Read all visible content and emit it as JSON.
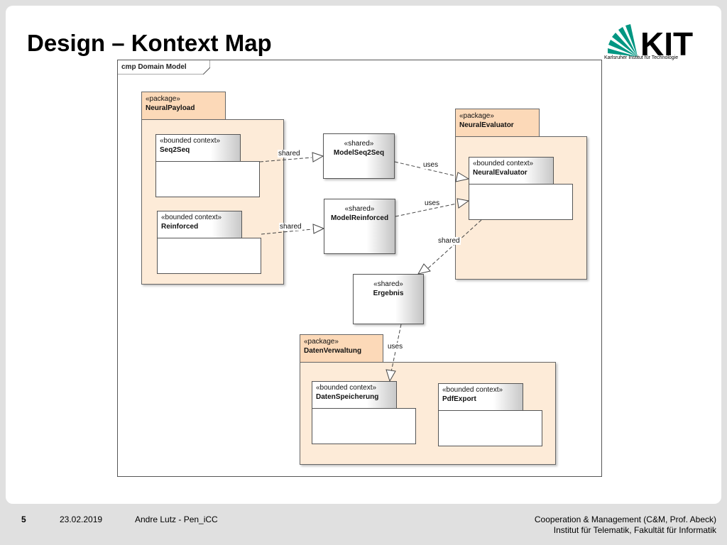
{
  "slide": {
    "title": "Design – Kontext Map",
    "logo_text": "KIT",
    "logo_subtitle": "Karlsruher Institut für Technologie"
  },
  "diagram": {
    "frame_label": "cmp Domain Model",
    "packages": [
      {
        "stereotype": "«package»",
        "name": "NeuralPayload"
      },
      {
        "stereotype": "«package»",
        "name": "NeuralEvaluator"
      },
      {
        "stereotype": "«package»",
        "name": "DatenVerwaltung"
      }
    ],
    "bounded_contexts": [
      {
        "stereotype": "«bounded context»",
        "name": "Seq2Seq"
      },
      {
        "stereotype": "«bounded context»",
        "name": "Reinforced"
      },
      {
        "stereotype": "«bounded context»",
        "name": "NeuralEvaluator"
      },
      {
        "stereotype": "«bounded context»",
        "name": "DatenSpeicherung"
      },
      {
        "stereotype": "«bounded context»",
        "name": "PdfExport"
      }
    ],
    "shared_kernels": [
      {
        "stereotype": "«shared»",
        "name": "ModelSeq2Seq"
      },
      {
        "stereotype": "«shared»",
        "name": "ModelReinforced"
      },
      {
        "stereotype": "«shared»",
        "name": "Ergebnis"
      }
    ],
    "relations": [
      {
        "from": "Seq2Seq",
        "to": "ModelSeq2Seq",
        "label": "shared"
      },
      {
        "from": "Reinforced",
        "to": "ModelReinforced",
        "label": "shared"
      },
      {
        "from": "ModelSeq2Seq",
        "to": "NeuralEvaluator",
        "label": "uses"
      },
      {
        "from": "ModelReinforced",
        "to": "NeuralEvaluator",
        "label": "uses"
      },
      {
        "from": "NeuralEvaluator",
        "to": "Ergebnis",
        "label": "shared"
      },
      {
        "from": "Ergebnis",
        "to": "DatenSpeicherung",
        "label": "uses"
      }
    ]
  },
  "footer": {
    "page": "5",
    "date": "23.02.2019",
    "author": "Andre Lutz -  Pen_iCC",
    "right_line1": "Cooperation & Management (C&M, Prof. Abeck)",
    "right_line2": "Institut für Telematik, Fakultät für Informatik"
  }
}
